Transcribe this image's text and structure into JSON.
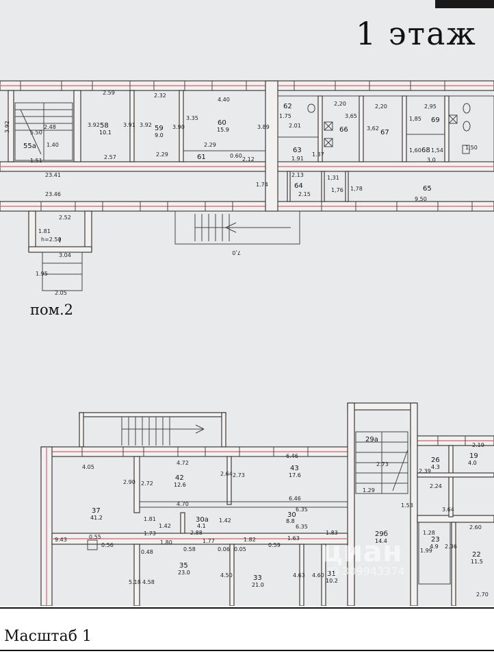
{
  "title": "1 этаж",
  "room_label": "пом.2",
  "scale_label": "Масштаб 1",
  "watermark": "циан",
  "watermark_id": "ID 309943374",
  "upper_rooms": [
    {
      "num": "58",
      "area": "10.1"
    },
    {
      "num": "59",
      "area": "9.0"
    },
    {
      "num": "60",
      "area": "15.9"
    },
    {
      "num": "61",
      "area": ""
    },
    {
      "num": "62",
      "area": ""
    },
    {
      "num": "63",
      "area": ""
    },
    {
      "num": "64",
      "area": ""
    },
    {
      "num": "65",
      "area": ""
    },
    {
      "num": "66",
      "area": ""
    },
    {
      "num": "67",
      "area": ""
    },
    {
      "num": "68",
      "area": ""
    },
    {
      "num": "69",
      "area": ""
    },
    {
      "num": "55a",
      "area": ""
    },
    {
      "num": "I",
      "area": ""
    }
  ],
  "lower_rooms": [
    {
      "num": "37",
      "area": "41.2"
    },
    {
      "num": "42",
      "area": "12.6"
    },
    {
      "num": "43",
      "area": "17.6"
    },
    {
      "num": "30a",
      "area": "4.1"
    },
    {
      "num": "30",
      "area": "8.8"
    },
    {
      "num": "35",
      "area": "23.0"
    },
    {
      "num": "33",
      "area": "21.0"
    },
    {
      "num": "31",
      "area": "10.2"
    },
    {
      "num": "29a",
      "area": ""
    },
    {
      "num": "29б",
      "area": "14.4"
    },
    {
      "num": "26",
      "area": "4.3"
    },
    {
      "num": "19",
      "area": "4.0"
    },
    {
      "num": "23",
      "area": "4.9"
    },
    {
      "num": "22",
      "area": "11.5"
    }
  ],
  "dims": {
    "d_259": "2.59",
    "d_232": "2.32",
    "d_440": "4.40",
    "d_220a": "2,20",
    "d_220b": "2,20",
    "d_295": "2,95",
    "d_392a": "3.92",
    "d_392b": "3.92",
    "d_391": "3.91",
    "d_392c": "3.92",
    "d_390": "3.90",
    "d_335": "3.35",
    "d_389": "3.89",
    "d_257": "2.57",
    "d_229a": "2.29",
    "d_229b": "2.29",
    "d_060": "0.60",
    "d_212": "2.12",
    "d_2341": "23.41",
    "d_2346": "23.46",
    "d_174": "1.74",
    "d_213": "2.13",
    "d_131": "1,31",
    "d_176": "1,76",
    "d_178": "1,78",
    "d_215": "2.15",
    "d_950": "9,50",
    "d_365": "3,65",
    "d_362": "3,62",
    "d_185": "1,85",
    "d_160": "1,60",
    "d_154": "1,54",
    "d_150": "1,50",
    "d_30": "3,0",
    "d_191": "1.91",
    "d_137": "1.37",
    "d_175": "1.75",
    "d_201": "2.01",
    "d_252": "2.52",
    "d_181": "1.81",
    "d_h250": "h=2.50",
    "d_304": "3.04",
    "d_195": "1.95",
    "d_205": "2.05",
    "d_70": "7,0",
    "d_248": "2.48",
    "d_140": "1.40",
    "d_151": "1.51",
    "d_550": "5.50",
    "d_405": "4.05",
    "d_472": "4.72",
    "d_646a": "6.46",
    "d_290": "2.90",
    "d_272": "2.72",
    "d_264": "2.64",
    "d_273": "2.73",
    "d_470": "4.70",
    "d_646b": "6.46",
    "d_635a": "6.35",
    "d_635b": "6.35",
    "d_181b": "1.81",
    "d_142": "1.42",
    "d_173": "1.73",
    "d_288": "2.88",
    "d_142b": "1.42",
    "d_055": "0.55",
    "d_056": "0.56",
    "d_943": "9.43",
    "d_518": "5.18",
    "d_458": "4.58",
    "d_450": "4.50",
    "d_463": "4.63",
    "d_460": "4.60",
    "d_180": "1.80",
    "d_177": "1.77",
    "d_182": "1.82",
    "d_183": "1.83",
    "d_048": "0.48",
    "d_058": "0.58",
    "d_006": "0.06",
    "d_005": "0.05",
    "d_059": "0.59",
    "d_163": "1.63",
    "d_219": "2.19",
    "d_260": "2.60",
    "d_364": "3.64",
    "d_128": "1.28",
    "d_239": "2.39",
    "d_273b": "2.73",
    "d_129": "1.29",
    "d_153": "1.53",
    "d_199": "1.99",
    "d_236": "2.36",
    "d_270": "2.70",
    "d_224": "2.24"
  }
}
